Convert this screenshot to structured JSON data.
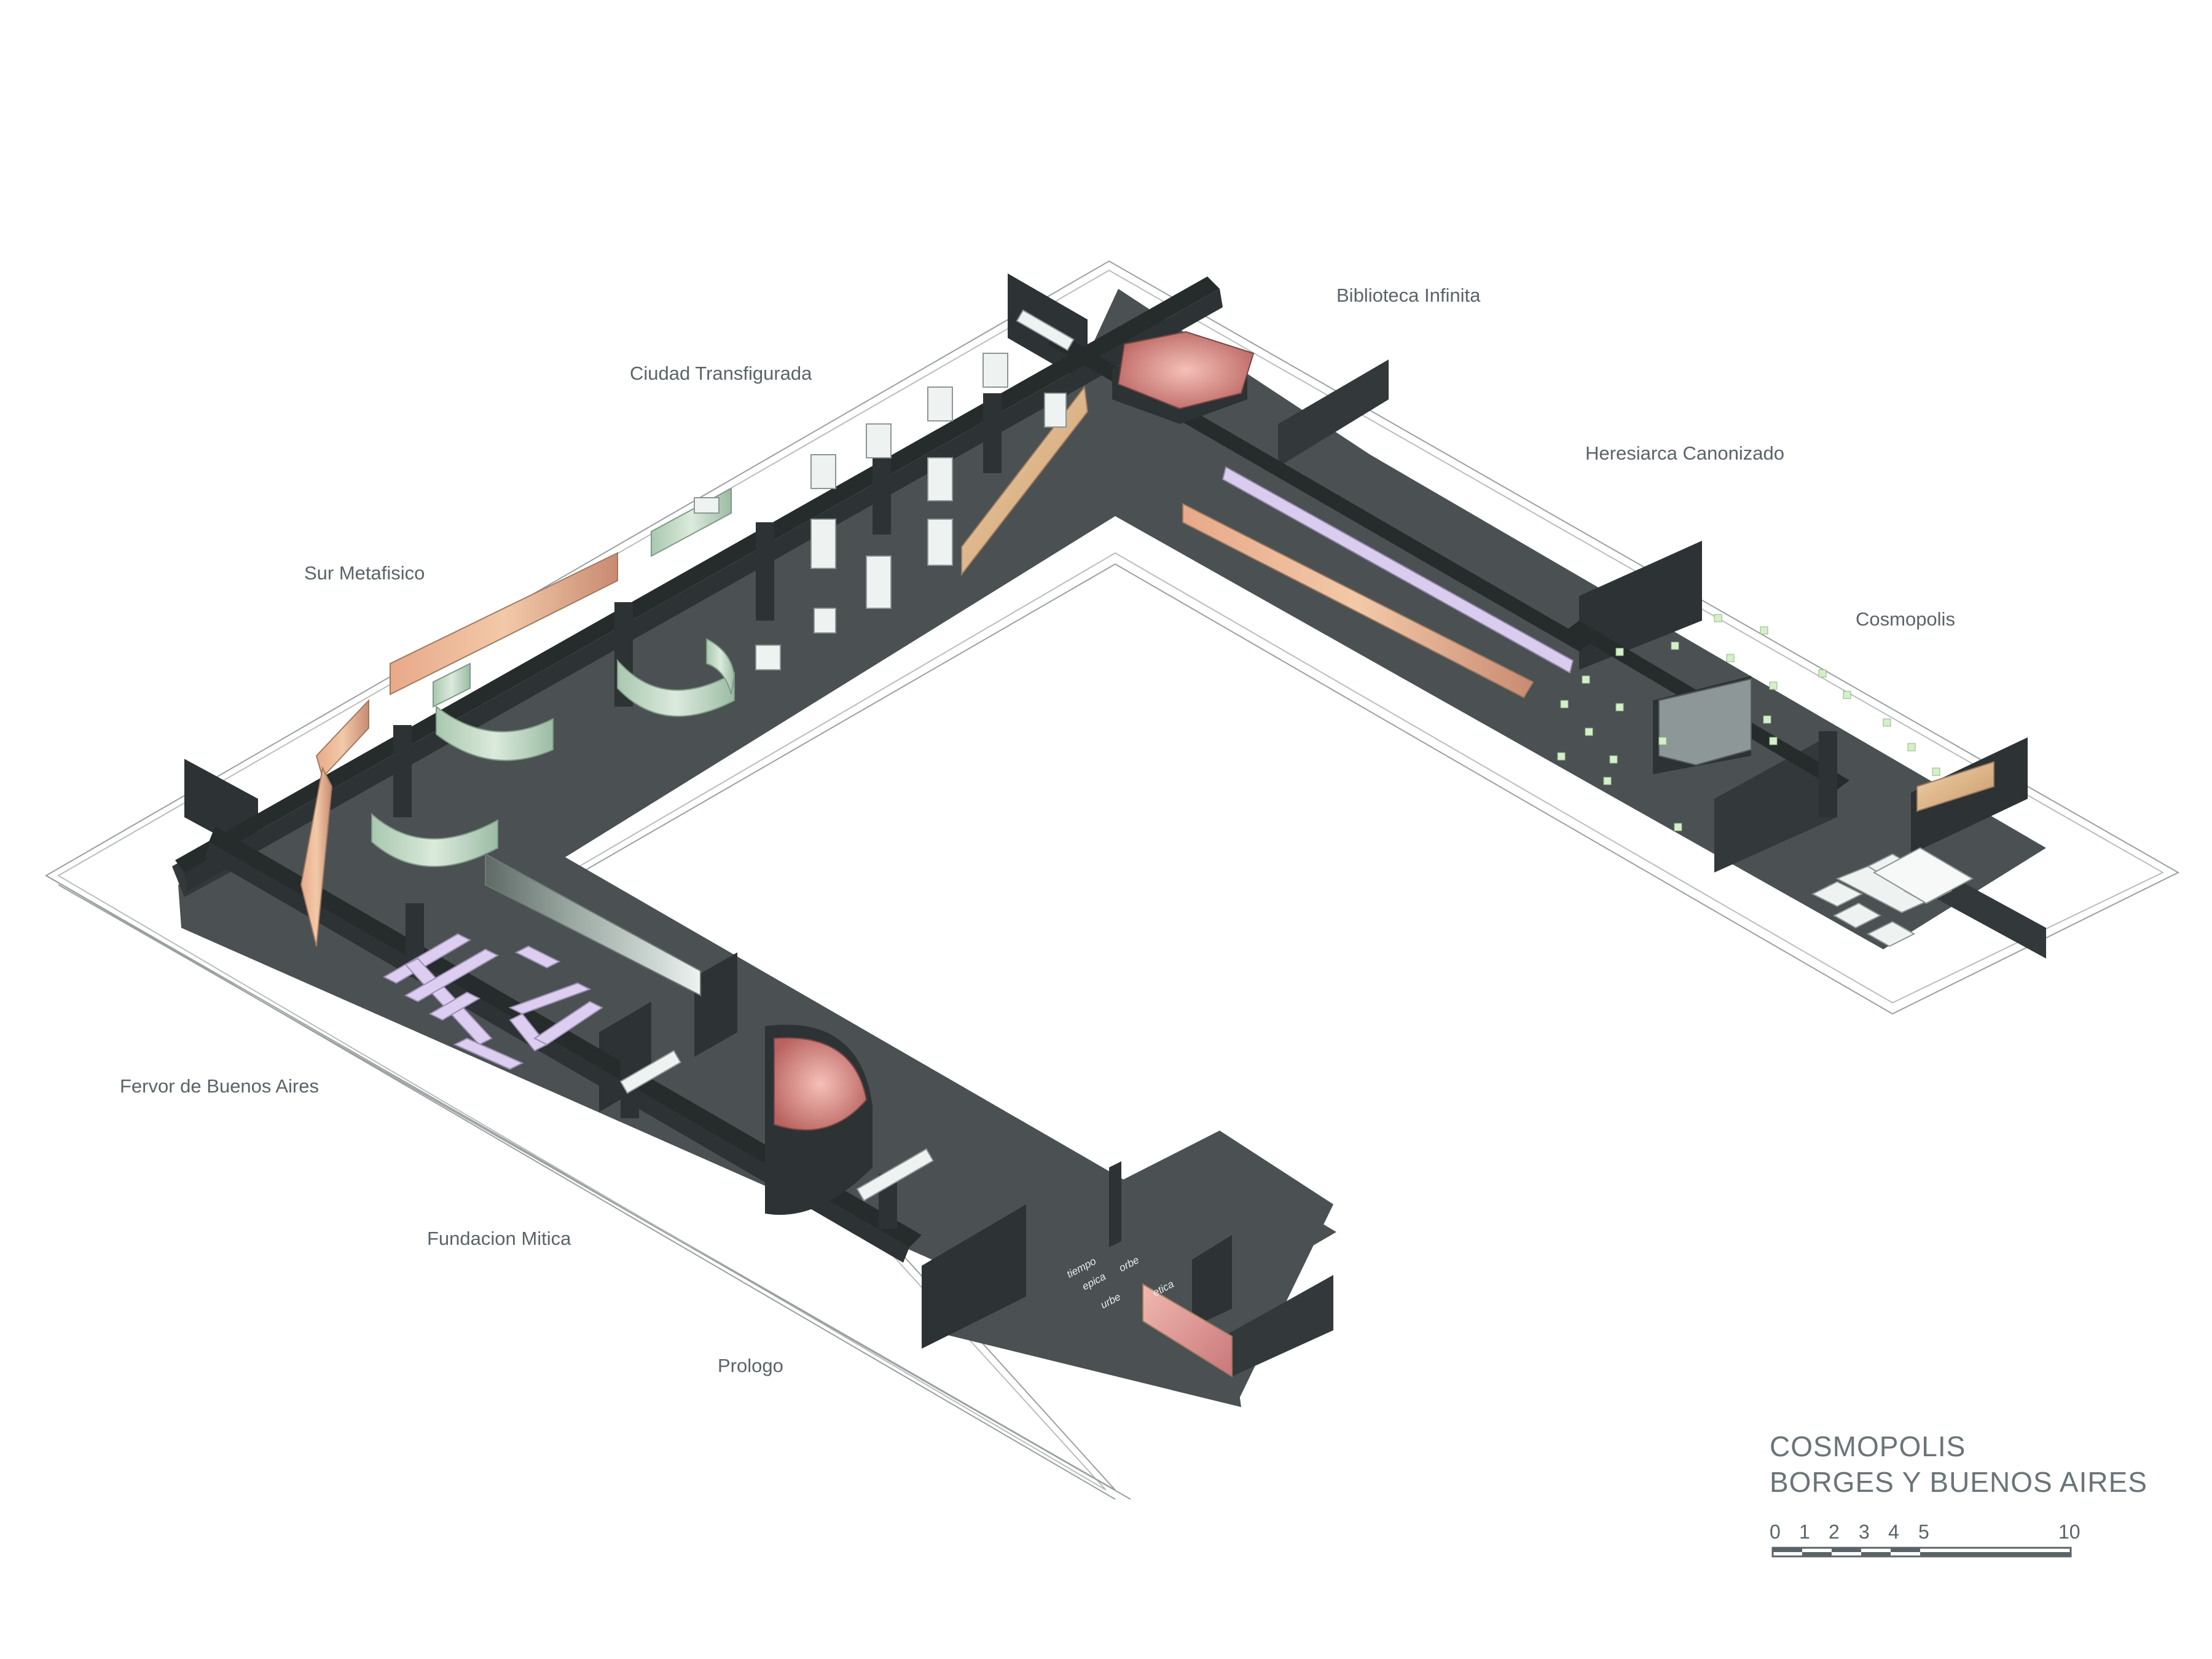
{
  "zones": {
    "biblioteca": "Biblioteca Infinita",
    "ciudad": "Ciudad Transfigurada",
    "heresiarca": "Heresiarca Canonizado",
    "sur": "Sur Metafisico",
    "cosmopolis": "Cosmopolis",
    "fervor": "Fervor de Buenos Aires",
    "fundacion": "Fundacion Mitica",
    "prologo": "Prologo"
  },
  "floor_words": {
    "tiempo": "tiempo",
    "epica": "epica",
    "orbe": "orbe",
    "urbe": "urbe",
    "etica": "etica"
  },
  "title": {
    "line1": "COSMOPOLIS",
    "line2": "BORGES Y BUENOS AIRES"
  },
  "scale": {
    "ticks": [
      "0",
      "1",
      "2",
      "3",
      "4",
      "5",
      "10"
    ]
  },
  "colors": {
    "floor": "#4b5152",
    "wall": "#33393a",
    "wall_dark": "#262b2c",
    "glass_green": "#b7d3bd",
    "glass_white": "#eef3f2",
    "panel_peach": "#e8b590",
    "panel_pink": "#d99a92",
    "lavender": "#d7c8ee",
    "label": "#5a6468"
  }
}
